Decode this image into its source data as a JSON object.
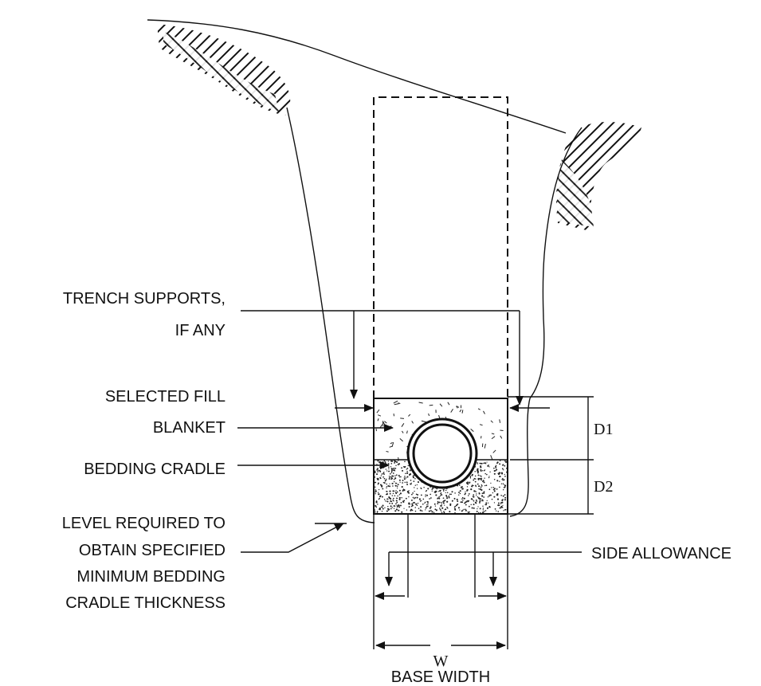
{
  "labels": {
    "trench_supports_line1": "TRENCH SUPPORTS,",
    "trench_supports_line2": "IF ANY",
    "selected_fill_line1": "SELECTED FILL",
    "selected_fill_line2": "BLANKET",
    "bedding_cradle": "BEDDING CRADLE",
    "level_line1": "LEVEL REQUIRED TO",
    "level_line2": "OBTAIN SPECIFIED",
    "level_line3": "MINIMUM BEDDING",
    "level_line4": "CRADLE THICKNESS",
    "side_allowance": "SIDE ALLOWANCE",
    "base_width_symbol": "W",
    "base_width": "BASE WIDTH",
    "d1": "D1",
    "d2": "D2"
  },
  "colors": {
    "ink": "#111111",
    "background": "#ffffff"
  }
}
